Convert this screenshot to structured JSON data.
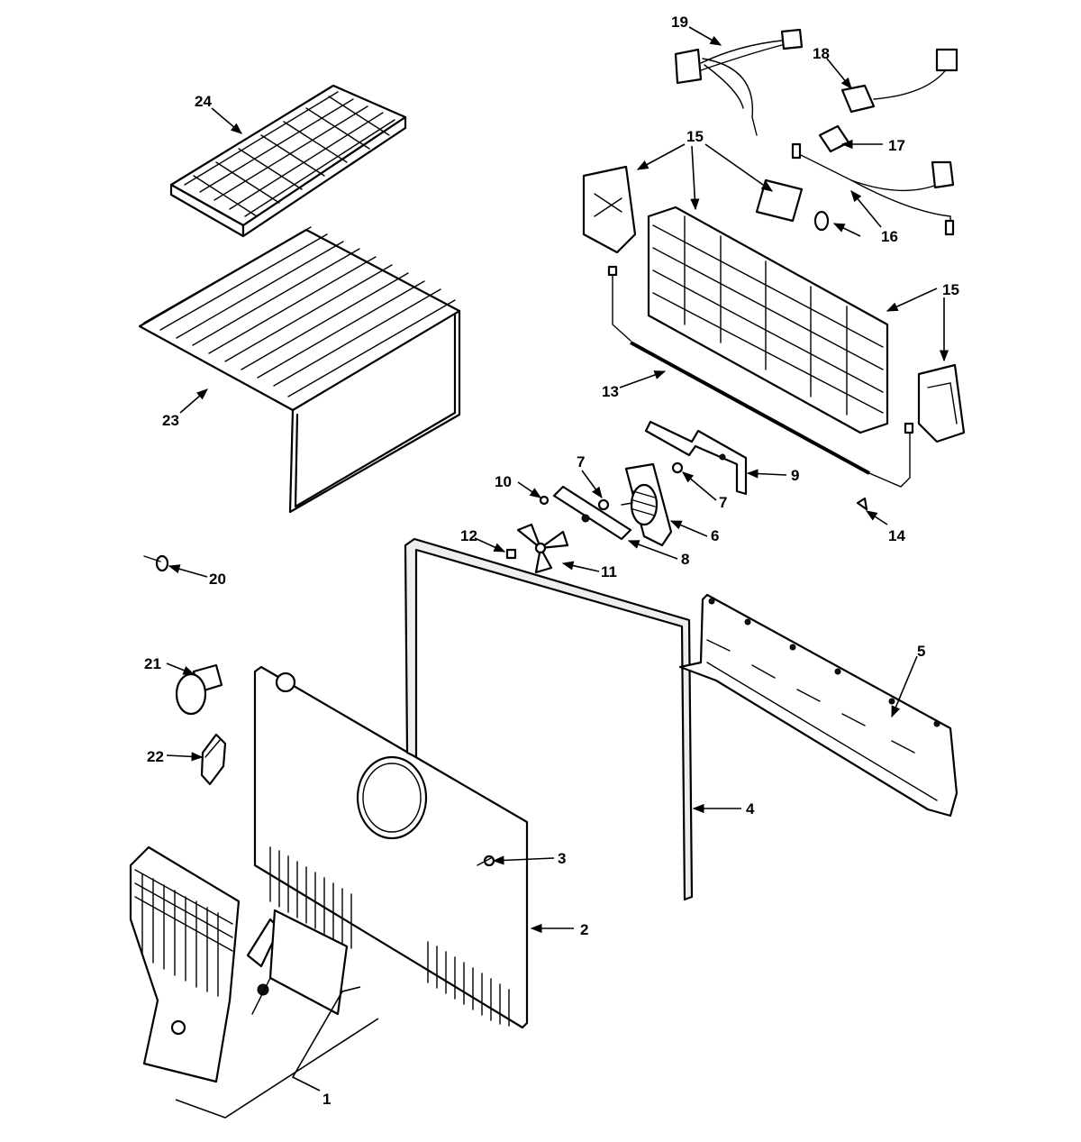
{
  "callouts": {
    "c1": "1",
    "c2": "2",
    "c3": "3",
    "c4": "4",
    "c5": "5",
    "c6": "6",
    "c7a": "7",
    "c7b": "7",
    "c8": "8",
    "c9": "9",
    "c10": "10",
    "c11": "11",
    "c12": "12",
    "c13": "13",
    "c14": "14",
    "c15a": "15",
    "c15b": "15",
    "c15c": "15",
    "c15d": "15",
    "c15e": "15",
    "c16": "16",
    "c17": "17",
    "c18": "18",
    "c19": "19",
    "c20": "20",
    "c21": "21",
    "c22": "22",
    "c23": "23",
    "c24": "24"
  }
}
